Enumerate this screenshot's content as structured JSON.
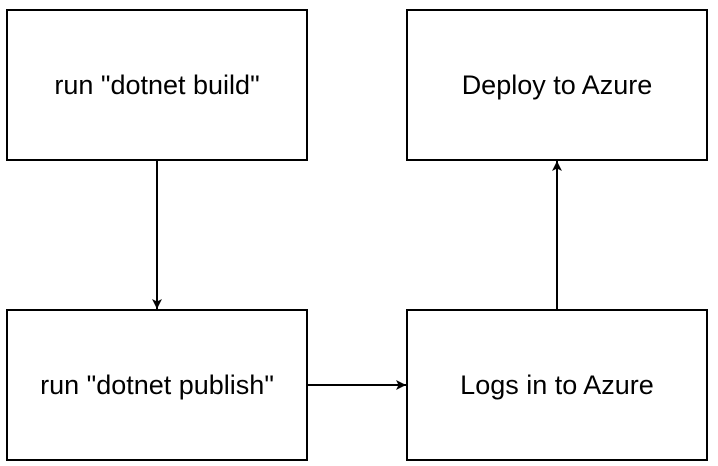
{
  "diagram": {
    "colors": {
      "stroke": "#000000",
      "fill": "#ffffff",
      "text": "#000000"
    },
    "nodes": [
      {
        "id": "build",
        "label": "run \"dotnet build\""
      },
      {
        "id": "publish",
        "label": "run \"dotnet publish\""
      },
      {
        "id": "login",
        "label": "Logs in to Azure"
      },
      {
        "id": "deploy",
        "label": "Deploy to Azure"
      }
    ],
    "edges": [
      {
        "from": "build",
        "to": "publish"
      },
      {
        "from": "publish",
        "to": "login"
      },
      {
        "from": "login",
        "to": "deploy"
      }
    ]
  }
}
